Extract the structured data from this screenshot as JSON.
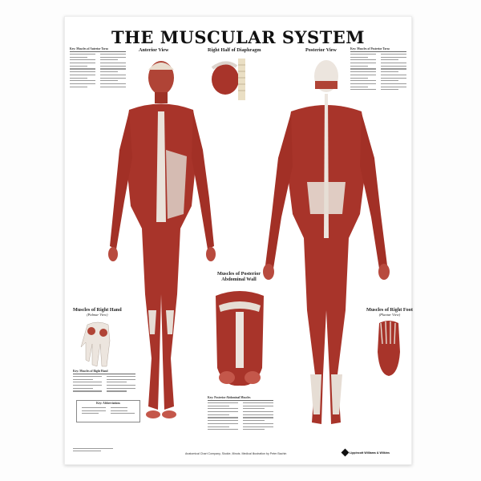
{
  "poster": {
    "title": "THE MUSCULAR SYSTEM",
    "sections": {
      "anterior": "Anterior View",
      "diaphragm": "Right Half of Diaphragm",
      "posterior": "Posterior View",
      "abdominal_wall": "Muscles of Posterior Abdominal Wall",
      "hand": "Muscles of Right Hand",
      "hand_sub": "(Palmar View)",
      "foot": "Muscles of Right Foot",
      "foot_sub": "(Plantar View)"
    },
    "keys": {
      "anterior": "Key: Muscles of Anterior Torso",
      "posterior": "Key: Muscles of Posterior Torso",
      "hand": "Key: Muscles of Right Hand",
      "abbreviations": "Key: Abbreviations",
      "abdominal": "Key: Posterior Abdominal Muscles"
    },
    "footer": {
      "credit": "Anatomical Chart Company, Skokie, Illinois. Medical illustration by Peter Bachin",
      "publisher": "Lippincott Williams & Wilkins"
    },
    "colors": {
      "muscle": "#a8342a",
      "muscle_dark": "#7e1f18",
      "tendon": "#e8e2dc",
      "bone": "#eadfc4"
    }
  }
}
